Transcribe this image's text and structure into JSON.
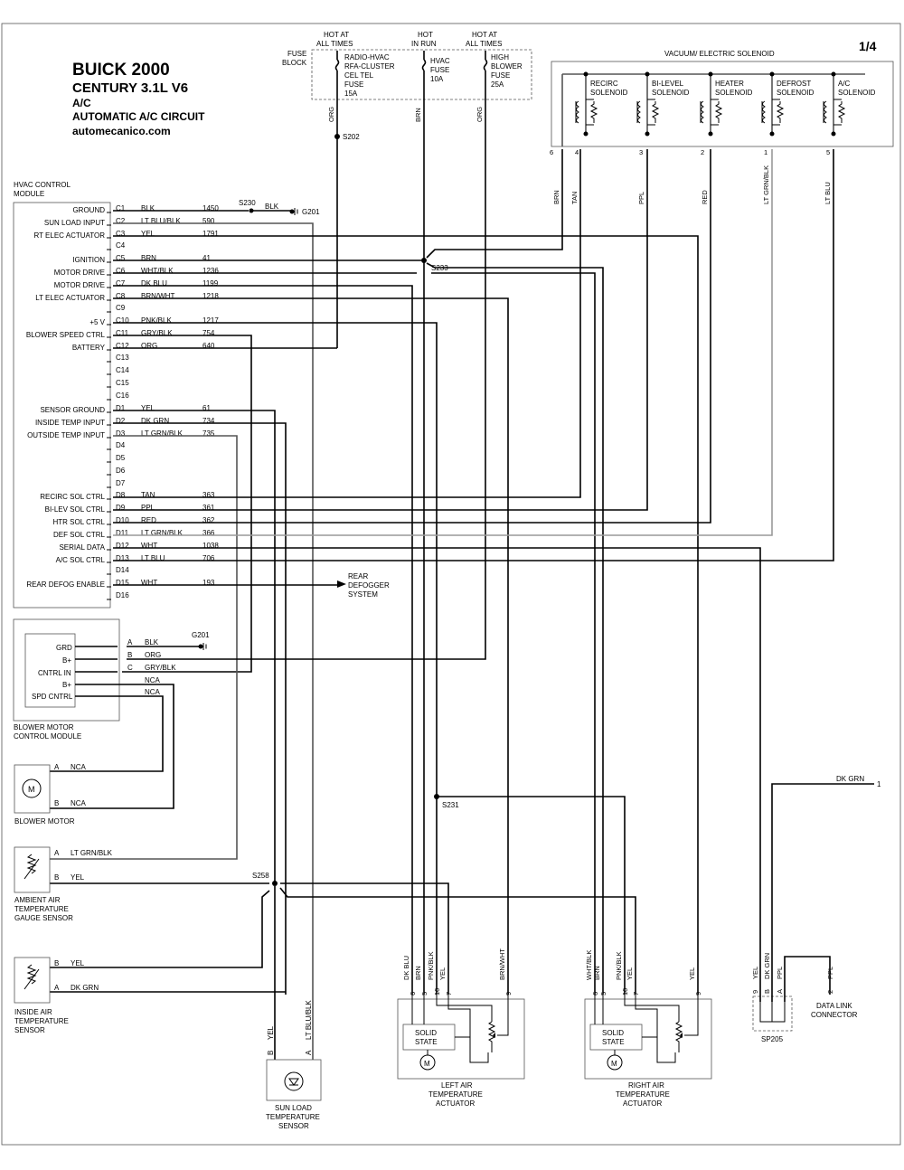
{
  "header": {
    "make_year": "BUICK 2000",
    "model": "CENTURY  3.1L  V6",
    "system": "A/C",
    "circuit": "AUTOMATIC A/C CIRCUIT",
    "site": "automecanico.com",
    "page": "1/4"
  },
  "fuse_block": {
    "label_line1": "FUSE",
    "label_line2": "BLOCK",
    "fuses": [
      {
        "hot1": "HOT AT",
        "hot2": "ALL TIMES",
        "l1": "RADIO-HVAC",
        "l2": "RFA-CLUSTER",
        "l3": "CEL TEL",
        "l4": "FUSE",
        "l5": "15A",
        "wire": "ORG"
      },
      {
        "hot1": "HOT",
        "hot2": "IN RUN",
        "l1": "HVAC",
        "l2": "FUSE",
        "l3": "10A",
        "wire": "BRN"
      },
      {
        "hot1": "HOT AT",
        "hot2": "ALL TIMES",
        "l1": "HIGH",
        "l2": "BLOWER",
        "l3": "FUSE",
        "l4": "25A",
        "wire": "ORG"
      }
    ],
    "splice": "S202"
  },
  "vacuum": {
    "title": "VACUUM/ ELECTRIC SOLENOID",
    "solenoids": [
      {
        "n1": "RECIRC",
        "n2": "SOLENOID"
      },
      {
        "n1": "BI-LEVEL",
        "n2": "SOLENOID"
      },
      {
        "n1": "HEATER",
        "n2": "SOLENOID"
      },
      {
        "n1": "DEFROST",
        "n2": "SOLENOID"
      },
      {
        "n1": "A/C",
        "n2": "SOLENOID"
      }
    ],
    "pins": [
      {
        "pin": "6",
        "wire": "BRN"
      },
      {
        "pin": "4",
        "wire": "TAN"
      },
      {
        "pin": "3",
        "wire": "PPL"
      },
      {
        "pin": "2",
        "wire": "RED"
      },
      {
        "pin": "1",
        "wire": "LT GRN/BLK"
      },
      {
        "pin": "5",
        "wire": "LT BLU"
      }
    ]
  },
  "hvac": {
    "title1": "HVAC CONTROL",
    "title2": "MODULE",
    "rows": [
      {
        "name": "GROUND",
        "pin": "C1",
        "wire": "BLK",
        "circ": "1450"
      },
      {
        "name": "SUN LOAD INPUT",
        "pin": "C2",
        "wire": "LT BLU/BLK",
        "circ": "590"
      },
      {
        "name": "RT ELEC ACTUATOR",
        "pin": "C3",
        "wire": "YEL",
        "circ": "1791"
      },
      {
        "name": "",
        "pin": "C4",
        "wire": "",
        "circ": ""
      },
      {
        "name": "IGNITION",
        "pin": "C5",
        "wire": "BRN",
        "circ": "41"
      },
      {
        "name": "MOTOR DRIVE",
        "pin": "C6",
        "wire": "WHT/BLK",
        "circ": "1236"
      },
      {
        "name": "MOTOR DRIVE",
        "pin": "C7",
        "wire": "DK BLU",
        "circ": "1199"
      },
      {
        "name": "LT ELEC ACTUATOR",
        "pin": "C8",
        "wire": "BRN/WHT",
        "circ": "1218"
      },
      {
        "name": "",
        "pin": "C9",
        "wire": "",
        "circ": ""
      },
      {
        "name": "+5 V",
        "pin": "C10",
        "wire": "PNK/BLK",
        "circ": "1217"
      },
      {
        "name": "BLOWER SPEED CTRL",
        "pin": "C11",
        "wire": "GRY/BLK",
        "circ": "754"
      },
      {
        "name": "BATTERY",
        "pin": "C12",
        "wire": "ORG",
        "circ": "640"
      },
      {
        "name": "",
        "pin": "C13",
        "wire": "",
        "circ": ""
      },
      {
        "name": "",
        "pin": "C14",
        "wire": "",
        "circ": ""
      },
      {
        "name": "",
        "pin": "C15",
        "wire": "",
        "circ": ""
      },
      {
        "name": "",
        "pin": "C16",
        "wire": "",
        "circ": ""
      },
      {
        "name": "SENSOR GROUND",
        "pin": "D1",
        "wire": "YEL",
        "circ": "61"
      },
      {
        "name": "INSIDE TEMP INPUT",
        "pin": "D2",
        "wire": "DK GRN",
        "circ": "734"
      },
      {
        "name": "OUTSIDE TEMP INPUT",
        "pin": "D3",
        "wire": "LT GRN/BLK",
        "circ": "735"
      },
      {
        "name": "",
        "pin": "D4",
        "wire": "",
        "circ": ""
      },
      {
        "name": "",
        "pin": "D5",
        "wire": "",
        "circ": ""
      },
      {
        "name": "",
        "pin": "D6",
        "wire": "",
        "circ": ""
      },
      {
        "name": "",
        "pin": "D7",
        "wire": "",
        "circ": ""
      },
      {
        "name": "RECIRC SOL CTRL",
        "pin": "D8",
        "wire": "TAN",
        "circ": "363"
      },
      {
        "name": "BI-LEV SOL CTRL",
        "pin": "D9",
        "wire": "PPL",
        "circ": "361"
      },
      {
        "name": "HTR SOL CTRL",
        "pin": "D10",
        "wire": "RED",
        "circ": "362"
      },
      {
        "name": "DEF SOL CTRL",
        "pin": "D11",
        "wire": "LT GRN/BLK",
        "circ": "366"
      },
      {
        "name": "SERIAL DATA",
        "pin": "D12",
        "wire": "WHT",
        "circ": "1038"
      },
      {
        "name": "A/C SOL CTRL",
        "pin": "D13",
        "wire": "LT BLU",
        "circ": "706"
      },
      {
        "name": "",
        "pin": "D14",
        "wire": "",
        "circ": ""
      },
      {
        "name": "REAR DEFOG ENABLE",
        "pin": "D15",
        "wire": "WHT",
        "circ": "193"
      },
      {
        "name": "",
        "pin": "D16",
        "wire": "",
        "circ": ""
      }
    ],
    "s230": "S230",
    "s230_wire": "BLK",
    "g201": "G201",
    "s233": "S233",
    "rear1": "REAR",
    "rear2": "DEFOGGER",
    "rear3": "SYSTEM"
  },
  "blower_module": {
    "pins": [
      {
        "name": "GRD",
        "pin": "A",
        "wire": "BLK"
      },
      {
        "name": "B+",
        "pin": "B",
        "wire": "ORG"
      },
      {
        "name": "CNTRL IN",
        "pin": "C",
        "wire": "GRY/BLK"
      },
      {
        "name": "B+",
        "pin": "",
        "wire": "NCA"
      },
      {
        "name": "SPD CNTRL",
        "pin": "",
        "wire": "NCA"
      }
    ],
    "ground": "G201",
    "label1": "BLOWER MOTOR",
    "label2": "CONTROL MODULE"
  },
  "blower_motor": {
    "pinA": "A",
    "wireA": "NCA",
    "pinB": "B",
    "wireB": "NCA",
    "label": "BLOWER MOTOR",
    "symbol": "M"
  },
  "ambient": {
    "pinA": "A",
    "wireA": "LT GRN/BLK",
    "pinB": "B",
    "wireB": "YEL",
    "label1": "AMBIENT AIR",
    "label2": "TEMPERATURE",
    "label3": "GAUGE SENSOR",
    "splice": "S258"
  },
  "inside": {
    "pinB": "B",
    "wireB": "YEL",
    "pinA": "A",
    "wireA": "DK GRN",
    "label1": "INSIDE AIR",
    "label2": "TEMPERATURE",
    "label3": "SENSOR"
  },
  "sunload": {
    "pinB": "B",
    "wireB": "YEL",
    "pinA": "A",
    "wireA": "LT BLU/BLK",
    "label1": "SUN LOAD",
    "label2": "TEMPERATURE",
    "label3": "SENSOR"
  },
  "s231": "S231",
  "left_act": {
    "pins": [
      {
        "pin": "6",
        "wire": "DK BLU"
      },
      {
        "pin": "5",
        "wire": "BRN"
      },
      {
        "pin": "10",
        "wire": "PNK/BLK"
      },
      {
        "pin": "7",
        "wire": "YEL"
      },
      {
        "pin": "9",
        "wire": "BRN/WHT"
      }
    ],
    "solid1": "SOLID",
    "solid2": "STATE",
    "motor": "M",
    "label1": "LEFT AIR",
    "label2": "TEMPERATURE",
    "label3": "ACTUATOR"
  },
  "right_act": {
    "pins": [
      {
        "pin": "6",
        "wire": "WHT/BLK"
      },
      {
        "pin": "5",
        "wire": "BRN"
      },
      {
        "pin": "10",
        "wire": "PNK/BLK"
      },
      {
        "pin": "7",
        "wire": "YEL"
      },
      {
        "pin": "9",
        "wire": "YEL"
      }
    ],
    "solid1": "SOLID",
    "solid2": "STATE",
    "motor": "M",
    "label1": "RIGHT AIR",
    "label2": "TEMPERATURE",
    "label3": "ACTUATOR"
  },
  "sp205": {
    "pins": [
      {
        "pin": "9",
        "wire": "YEL"
      },
      {
        "pin": "B",
        "wire": "DK GRN"
      },
      {
        "pin": "A",
        "wire": "PPL"
      }
    ],
    "label": "SP205",
    "dk_grn": "DK GRN",
    "pin1": "1"
  },
  "dlc": {
    "pin": "2",
    "wire": "PPL",
    "label1": "DATA LINK",
    "label2": "CONNECTOR"
  }
}
